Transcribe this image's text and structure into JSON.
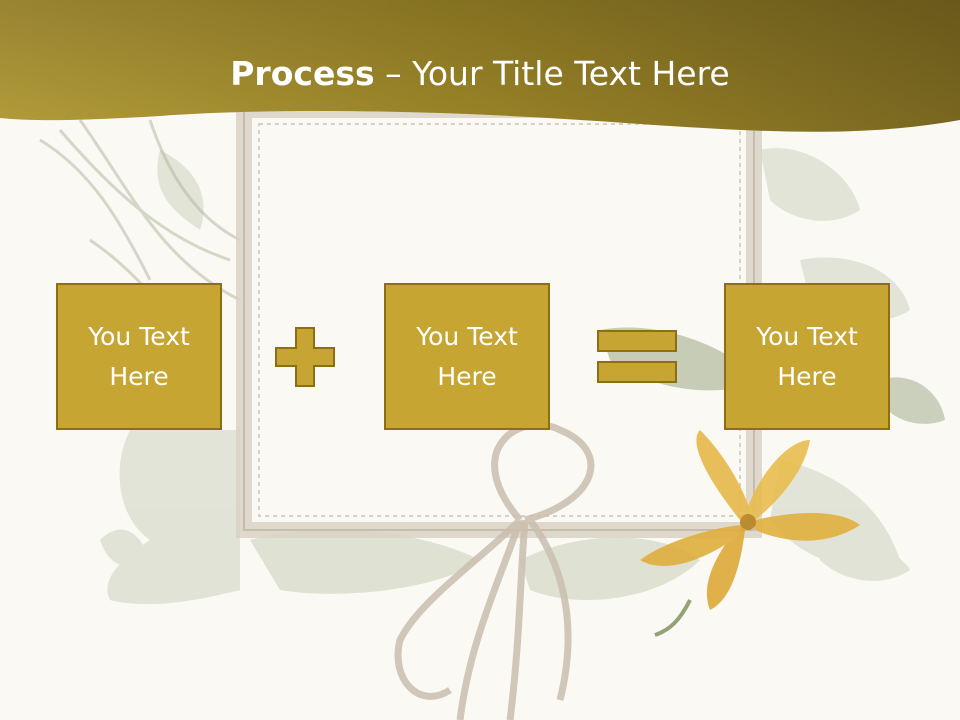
{
  "slide": {
    "title_bold": "Process",
    "title_rest": " – Your Title Text Here",
    "boxes": [
      {
        "line1": "You Text",
        "line2": "Here"
      },
      {
        "line1": "You Text",
        "line2": "Here"
      },
      {
        "line1": "You Text",
        "line2": "Here"
      }
    ],
    "operators": [
      "plus-icon",
      "equals-icon"
    ]
  },
  "colors": {
    "header_gold": "#a68e26",
    "box_fill": "#c6a533",
    "box_border": "#8c6f12",
    "background": "#faf9f3"
  }
}
